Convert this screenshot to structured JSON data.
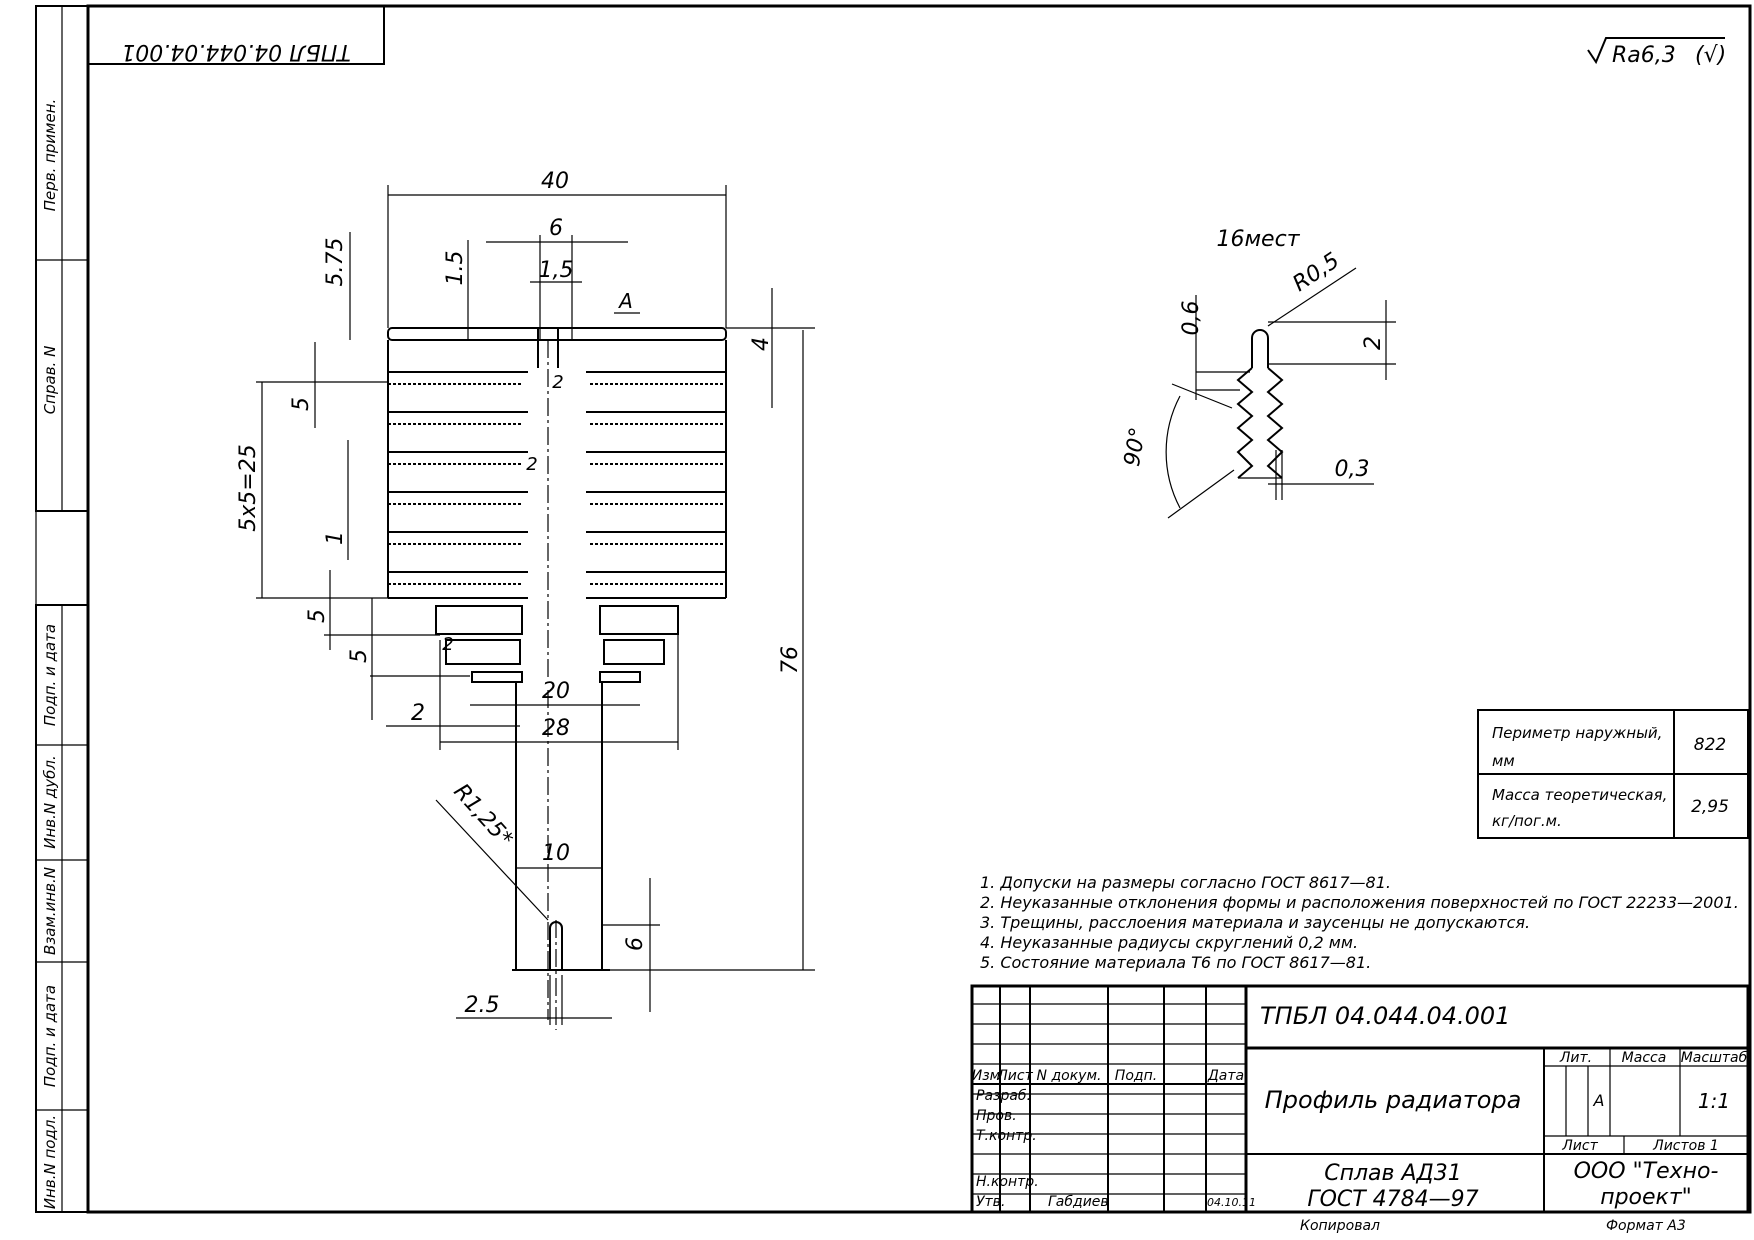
{
  "stamp_top": "ТПБЛ 04.044.04.001",
  "roughness": "Ra6,3",
  "side_labels": {
    "perv_primen": "Перв. примен.",
    "sprav_n": "Справ. N",
    "podp_data_1": "Подп. и дата",
    "inv_dubl": "Инв.N дубл.",
    "vzam_inv": "Взам.инв.N",
    "podp_data_2": "Подп. и дата",
    "inv_podl": "Инв.N подл."
  },
  "dims": {
    "d40": "40",
    "d6_top": "6",
    "d1_5_top": "1,5",
    "d1_5_side": "1.5",
    "d5_75": "5.75",
    "letter_a": "A",
    "d4": "4",
    "d5_a": "5",
    "d5x5": "5x5=25",
    "d1": "1",
    "d5_b": "5",
    "d5_c": "5",
    "d2_left": "2",
    "d20": "20",
    "d28": "28",
    "d76": "76",
    "r1_25": "R1,25*",
    "d10": "10",
    "d6_bot": "6",
    "d2_5": "2.5",
    "small2_a": "2",
    "small2_b": "2",
    "small2_c": "2"
  },
  "detail": {
    "places": "16мест",
    "r0_5": "R0,5",
    "d0_6": "0,6",
    "d2": "2",
    "angle": "90°",
    "d0_3": "0,3"
  },
  "props_table": [
    {
      "label": "Периметр наружный, мм",
      "value": "822"
    },
    {
      "label": "Масса теоретическая, кг/пог.м.",
      "value": "2,95"
    }
  ],
  "notes": [
    "1. Допуски на размеры согласно ГОСТ 8617—81.",
    "2. Неуказанные отклонения формы и расположения поверхностей по ГОСТ 22233—2001.",
    "3. Трещины, расслоения материала и заусенцы не допускаются.",
    "4. Неуказанные радиусы скруглений 0,2 мм.",
    "5. Состояние материала Т6 по ГОСТ 8617—81."
  ],
  "title_block": {
    "designation": "ТПБЛ 04.044.04.001",
    "col_izm": "Изм",
    "col_list": "Лист",
    "col_ndok": "N докум.",
    "col_podp": "Подп.",
    "col_data": "Дата",
    "razrab": "Разраб.",
    "prov": "Пров.",
    "tkontr": "Т.контр.",
    "nkontr": "Н.контр.",
    "utv": "Утв.",
    "utv_name": "Габдиев",
    "utv_date": "04.10.11",
    "name": "Профиль радиатора",
    "material_1": "Сплав АД31",
    "material_2": "ГОСТ 4784—97",
    "lit": "Лит.",
    "massa": "Масса",
    "masshtab": "Масштаб",
    "lit_value": "А",
    "scale_value": "1:1",
    "sheet": "Лист",
    "sheets": "Листов 1",
    "org_1": "ООО \"Техно-",
    "org_2": "проект\"",
    "copied": "Копировал",
    "format": "Формат А3"
  }
}
